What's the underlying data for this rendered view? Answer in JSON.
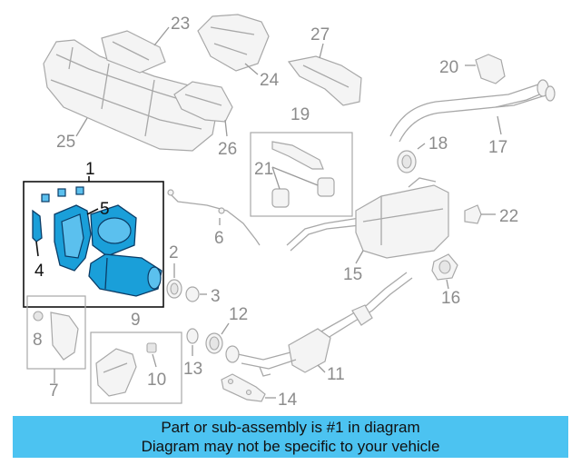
{
  "callouts": {
    "n1": "1",
    "n2": "2",
    "n3": "3",
    "n4": "4",
    "n5": "5",
    "n6": "6",
    "n7": "7",
    "n8": "8",
    "n9": "9",
    "n10": "10",
    "n11": "11",
    "n12": "12",
    "n13": "13",
    "n14": "14",
    "n15": "15",
    "n16": "16",
    "n17": "17",
    "n18": "18",
    "n19": "19",
    "n20": "20",
    "n21": "21",
    "n22": "22",
    "n23": "23",
    "n24": "24",
    "n25": "25",
    "n26": "26",
    "n27": "27"
  },
  "highlight_part": "1",
  "colors": {
    "highlight_fill": "#1a9fd9",
    "highlight_outline": "#0b3c66",
    "banner_background": "#4cc3f1"
  },
  "banner": {
    "line1": "Part or sub-assembly is #1 in diagram",
    "line2": "Diagram may not be specific to your vehicle"
  }
}
